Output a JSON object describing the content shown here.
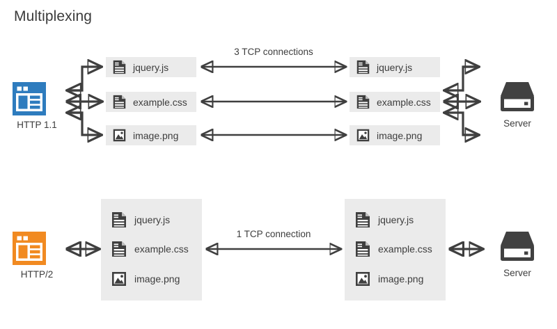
{
  "title": "Multiplexing",
  "colors": {
    "http11_accent": "#2e7cbe",
    "http2_accent": "#f18a21",
    "ink": "#3d3d3d",
    "box_fill": "#ebebeb",
    "server": "#414141",
    "background": "#ffffff"
  },
  "sections": [
    {
      "id": "http11",
      "client": {
        "label": "HTTP 1.1",
        "icon": "browser-window-icon",
        "color": "#2e7cbe"
      },
      "connection": {
        "label": "3 TCP connections",
        "count": 3,
        "arrow": "double-headed"
      },
      "server": {
        "label": "Server",
        "icon": "server-icon"
      },
      "client_files": [
        {
          "name": "jquery.js",
          "icon": "document-icon"
        },
        {
          "name": "example.css",
          "icon": "document-icon"
        },
        {
          "name": "image.png",
          "icon": "image-file-icon"
        }
      ],
      "server_files": [
        {
          "name": "jquery.js",
          "icon": "document-icon"
        },
        {
          "name": "example.css",
          "icon": "document-icon"
        },
        {
          "name": "image.png",
          "icon": "image-file-icon"
        }
      ]
    },
    {
      "id": "http2",
      "client": {
        "label": "HTTP/2",
        "icon": "browser-window-icon",
        "color": "#f18a21"
      },
      "connection": {
        "label": "1 TCP connection",
        "count": 1,
        "arrow": "double-headed"
      },
      "server": {
        "label": "Server",
        "icon": "server-icon"
      },
      "client_files": [
        {
          "name": "jquery.js",
          "icon": "document-icon"
        },
        {
          "name": "example.css",
          "icon": "document-icon"
        },
        {
          "name": "image.png",
          "icon": "image-file-icon"
        }
      ],
      "server_files": [
        {
          "name": "jquery.js",
          "icon": "document-icon"
        },
        {
          "name": "example.css",
          "icon": "document-icon"
        },
        {
          "name": "image.png",
          "icon": "image-file-icon"
        }
      ]
    }
  ]
}
